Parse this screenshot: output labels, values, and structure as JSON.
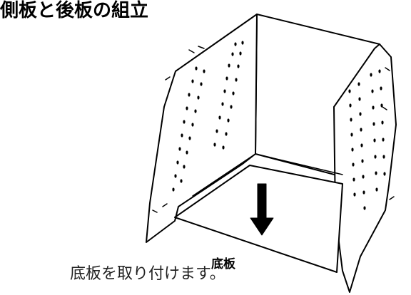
{
  "title": "側板と後板の組立",
  "labels": {
    "bottom_plate": "底板"
  },
  "caption": "底板を取り付けます。"
}
